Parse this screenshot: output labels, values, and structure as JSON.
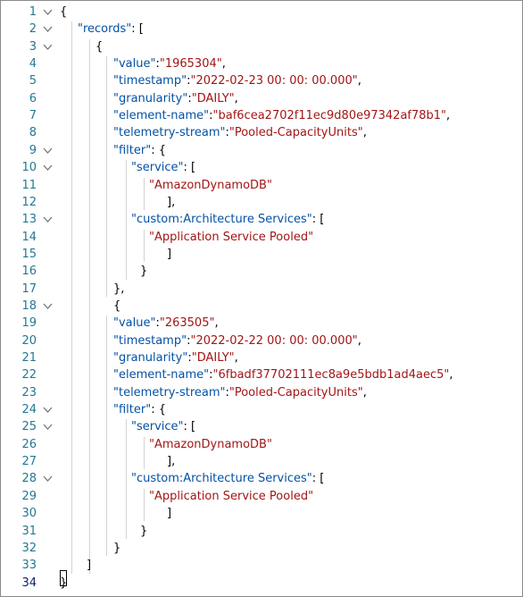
{
  "editor": {
    "lines": [
      {
        "n": "1",
        "fold": true,
        "indent": 0,
        "tokens": [
          {
            "t": "p",
            "v": "{"
          }
        ]
      },
      {
        "n": "2",
        "fold": true,
        "indent": 1,
        "tokens": [
          {
            "t": "key",
            "v": "\"records\""
          },
          {
            "t": "p",
            "v": ": ["
          }
        ]
      },
      {
        "n": "3",
        "fold": true,
        "indent": 2,
        "tokens": [
          {
            "t": "p",
            "v": "{"
          }
        ]
      },
      {
        "n": "4",
        "fold": false,
        "indent": 3,
        "tokens": [
          {
            "t": "key",
            "v": "\"value\""
          },
          {
            "t": "p",
            "v": ":"
          },
          {
            "t": "str",
            "v": "\"1965304\""
          },
          {
            "t": "p",
            "v": ","
          }
        ]
      },
      {
        "n": "5",
        "fold": false,
        "indent": 3,
        "tokens": [
          {
            "t": "key",
            "v": "\"timestamp\""
          },
          {
            "t": "p",
            "v": ":"
          },
          {
            "t": "str",
            "v": "\"2022-02-23 00: 00: 00.000\""
          },
          {
            "t": "p",
            "v": ","
          }
        ]
      },
      {
        "n": "6",
        "fold": false,
        "indent": 3,
        "tokens": [
          {
            "t": "key",
            "v": "\"granularity\""
          },
          {
            "t": "p",
            "v": ":"
          },
          {
            "t": "str",
            "v": "\"DAILY\""
          },
          {
            "t": "p",
            "v": ","
          }
        ]
      },
      {
        "n": "7",
        "fold": false,
        "indent": 3,
        "tokens": [
          {
            "t": "key",
            "v": "\"element-name\""
          },
          {
            "t": "p",
            "v": ":"
          },
          {
            "t": "str",
            "v": "\"baf6cea2702f11ec9d80e97342af78b1\""
          },
          {
            "t": "p",
            "v": ","
          }
        ]
      },
      {
        "n": "8",
        "fold": false,
        "indent": 3,
        "tokens": [
          {
            "t": "key",
            "v": "\"telemetry-stream\""
          },
          {
            "t": "p",
            "v": ":"
          },
          {
            "t": "str",
            "v": "\"Pooled-CapacityUnits\""
          },
          {
            "t": "p",
            "v": ","
          }
        ]
      },
      {
        "n": "9",
        "fold": true,
        "indent": 3,
        "tokens": [
          {
            "t": "key",
            "v": "\"filter\""
          },
          {
            "t": "p",
            "v": ": {"
          }
        ]
      },
      {
        "n": "10",
        "fold": true,
        "indent": 4,
        "tokens": [
          {
            "t": "key",
            "v": "\"service\""
          },
          {
            "t": "p",
            "v": ": ["
          }
        ]
      },
      {
        "n": "11",
        "fold": false,
        "indent": 5,
        "tokens": [
          {
            "t": "str",
            "v": "\"AmazonDynamoDB\""
          }
        ]
      },
      {
        "n": "12",
        "fold": false,
        "indent": 6,
        "tokens": [
          {
            "t": "p",
            "v": "],"
          }
        ]
      },
      {
        "n": "13",
        "fold": true,
        "indent": 4,
        "tokens": [
          {
            "t": "key",
            "v": "\"custom:Architecture Services\""
          },
          {
            "t": "p",
            "v": ": ["
          }
        ]
      },
      {
        "n": "14",
        "fold": false,
        "indent": 5,
        "tokens": [
          {
            "t": "str",
            "v": "\"Application Service Pooled\""
          }
        ]
      },
      {
        "n": "15",
        "fold": false,
        "indent": 6,
        "tokens": [
          {
            "t": "p",
            "v": "]"
          }
        ]
      },
      {
        "n": "16",
        "fold": false,
        "indent": 4.5,
        "tokens": [
          {
            "t": "p",
            "v": "}"
          }
        ]
      },
      {
        "n": "17",
        "fold": false,
        "indent": 3,
        "tokens": [
          {
            "t": "p",
            "v": "},"
          }
        ]
      },
      {
        "n": "18",
        "fold": true,
        "indent": 3,
        "tokens": [
          {
            "t": "p",
            "v": "{"
          }
        ]
      },
      {
        "n": "19",
        "fold": false,
        "indent": 3,
        "tokens": [
          {
            "t": "key",
            "v": "\"value\""
          },
          {
            "t": "p",
            "v": ":"
          },
          {
            "t": "str",
            "v": "\"263505\""
          },
          {
            "t": "p",
            "v": ","
          }
        ]
      },
      {
        "n": "20",
        "fold": false,
        "indent": 3,
        "tokens": [
          {
            "t": "key",
            "v": "\"timestamp\""
          },
          {
            "t": "p",
            "v": ":"
          },
          {
            "t": "str",
            "v": "\"2022-02-22 00: 00: 00.000\""
          },
          {
            "t": "p",
            "v": ","
          }
        ]
      },
      {
        "n": "21",
        "fold": false,
        "indent": 3,
        "tokens": [
          {
            "t": "key",
            "v": "\"granularity\""
          },
          {
            "t": "p",
            "v": ":"
          },
          {
            "t": "str",
            "v": "\"DAILY\""
          },
          {
            "t": "p",
            "v": ","
          }
        ]
      },
      {
        "n": "22",
        "fold": false,
        "indent": 3,
        "tokens": [
          {
            "t": "key",
            "v": "\"element-name\""
          },
          {
            "t": "p",
            "v": ":"
          },
          {
            "t": "str",
            "v": "\"6fbadf37702111ec8a9e5bdb1ad4aec5\""
          },
          {
            "t": "p",
            "v": ","
          }
        ]
      },
      {
        "n": "23",
        "fold": false,
        "indent": 3,
        "tokens": [
          {
            "t": "key",
            "v": "\"telemetry-stream\""
          },
          {
            "t": "p",
            "v": ":"
          },
          {
            "t": "str",
            "v": "\"Pooled-CapacityUnits\""
          },
          {
            "t": "p",
            "v": ","
          }
        ]
      },
      {
        "n": "24",
        "fold": true,
        "indent": 3,
        "tokens": [
          {
            "t": "key",
            "v": "\"filter\""
          },
          {
            "t": "p",
            "v": ": {"
          }
        ]
      },
      {
        "n": "25",
        "fold": true,
        "indent": 4,
        "tokens": [
          {
            "t": "key",
            "v": "\"service\""
          },
          {
            "t": "p",
            "v": ": ["
          }
        ]
      },
      {
        "n": "26",
        "fold": false,
        "indent": 5,
        "tokens": [
          {
            "t": "str",
            "v": "\"AmazonDynamoDB\""
          }
        ]
      },
      {
        "n": "27",
        "fold": false,
        "indent": 6,
        "tokens": [
          {
            "t": "p",
            "v": "],"
          }
        ]
      },
      {
        "n": "28",
        "fold": true,
        "indent": 4,
        "tokens": [
          {
            "t": "key",
            "v": "\"custom:Architecture Services\""
          },
          {
            "t": "p",
            "v": ": ["
          }
        ]
      },
      {
        "n": "29",
        "fold": false,
        "indent": 5,
        "tokens": [
          {
            "t": "str",
            "v": "\"Application Service Pooled\""
          }
        ]
      },
      {
        "n": "30",
        "fold": false,
        "indent": 6,
        "tokens": [
          {
            "t": "p",
            "v": "]"
          }
        ]
      },
      {
        "n": "31",
        "fold": false,
        "indent": 4.5,
        "tokens": [
          {
            "t": "p",
            "v": "}"
          }
        ]
      },
      {
        "n": "32",
        "fold": false,
        "indent": 3,
        "tokens": [
          {
            "t": "p",
            "v": "}"
          }
        ]
      },
      {
        "n": "33",
        "fold": false,
        "indent": 1.5,
        "tokens": [
          {
            "t": "p",
            "v": "]"
          }
        ]
      },
      {
        "n": "34",
        "fold": false,
        "indent": 0,
        "active": true,
        "tokens": [
          {
            "t": "p",
            "v": "}"
          }
        ]
      }
    ]
  },
  "colors": {
    "line_number": "#237893",
    "line_number_active": "#0b216f",
    "json_key": "#0451a5",
    "json_string": "#a31515",
    "punctuation": "#000000"
  },
  "icons": {
    "fold": "chevron-down-icon"
  }
}
